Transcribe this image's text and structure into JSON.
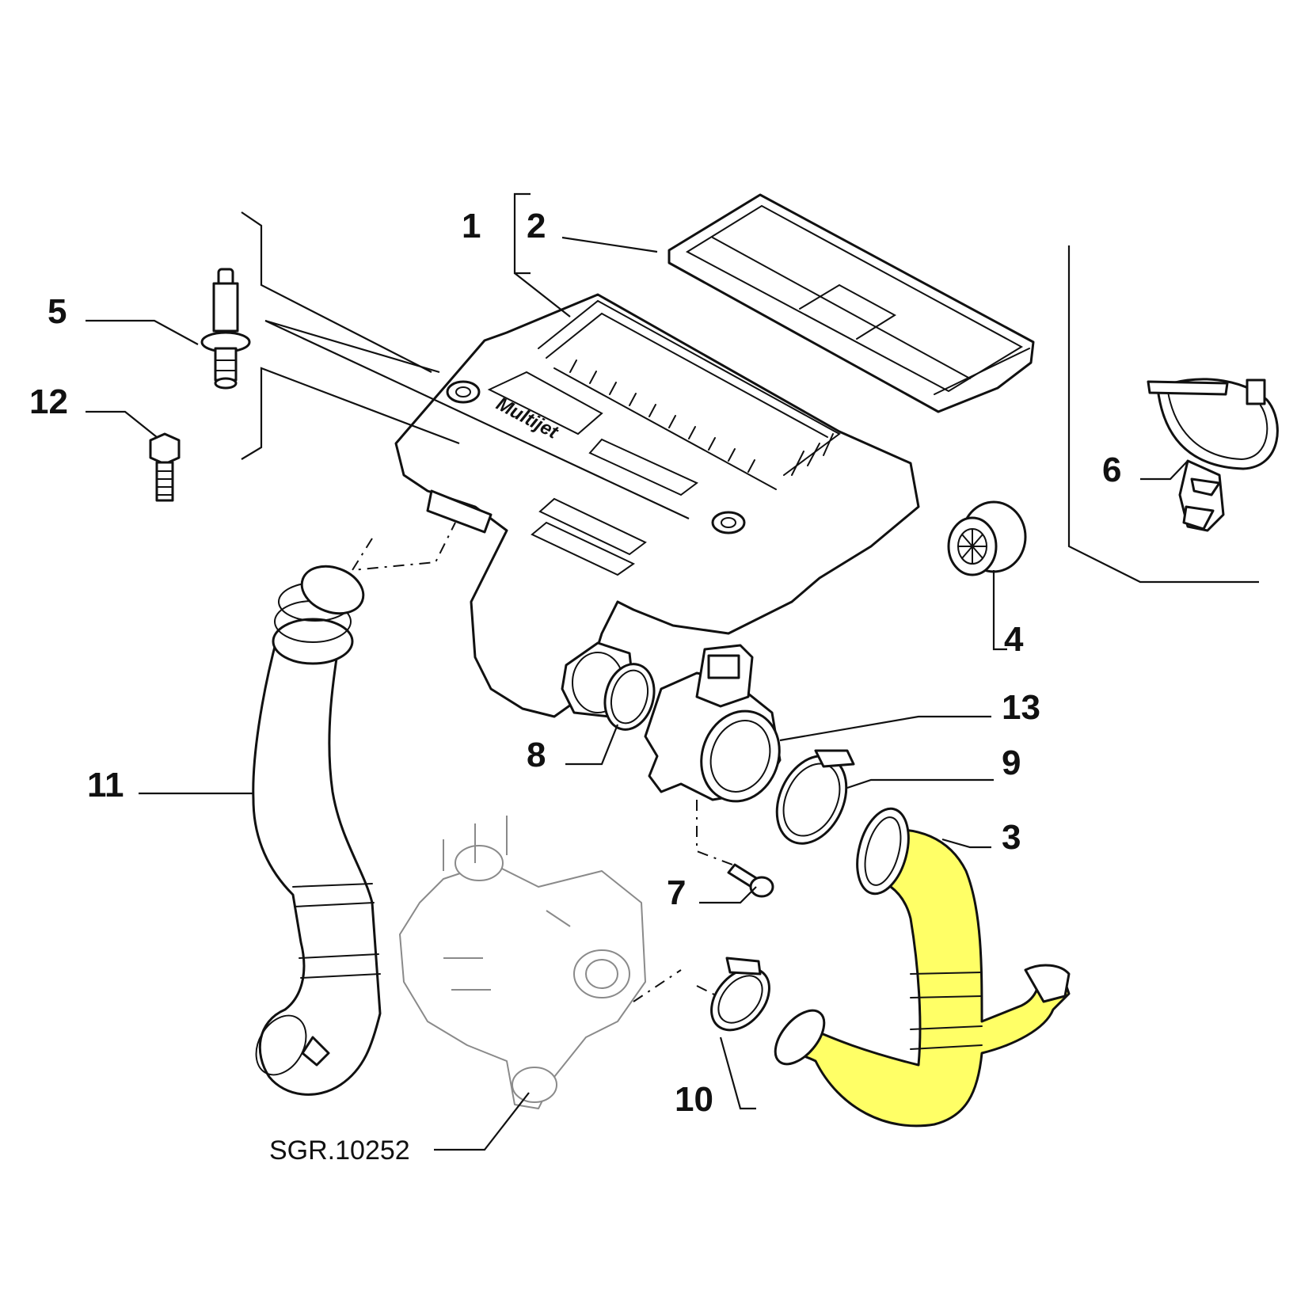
{
  "diagram": {
    "reference_code": "SGR.10252",
    "cover_logo_text": "Multijet",
    "highlight_color": "#ffff66",
    "callouts": [
      "1",
      "2",
      "3",
      "4",
      "5",
      "6",
      "7",
      "8",
      "9",
      "10",
      "11",
      "12",
      "13"
    ]
  }
}
